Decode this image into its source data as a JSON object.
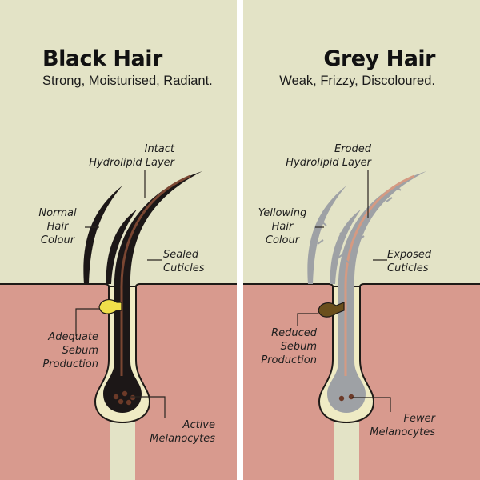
{
  "colors": {
    "background": "#e3e3c6",
    "skin": "#d89a8e",
    "skin_outline": "#1e1a17",
    "divider": "#ffffff",
    "follicle_fill": "#efebc4",
    "black_hair": "#1c1717",
    "black_hair_core": "#7a4632",
    "grey_hair": "#9ea1a5",
    "grey_hair_core": "#d59a82",
    "healthy_sebum": "#f0df4a",
    "reduced_sebum": "#6a4f1c",
    "melanocyte": "#6c3a28"
  },
  "left": {
    "title": "Black Hair",
    "subtitle": "Strong, Moisturised, Radiant.",
    "labels": {
      "hydrolipid": [
        "Intact",
        "Hydrolipid Layer"
      ],
      "colour": [
        "Normal",
        "Hair",
        "Colour"
      ],
      "cuticles": [
        "Sealed",
        "Cuticles"
      ],
      "sebum": [
        "Adequate",
        "Sebum",
        "Production"
      ],
      "melanocytes": [
        "Active",
        "Melanocytes"
      ]
    }
  },
  "right": {
    "title": "Grey Hair",
    "subtitle": "Weak, Frizzy, Discoloured.",
    "labels": {
      "hydrolipid": [
        "Eroded",
        "Hydrolipid Layer"
      ],
      "colour": [
        "Yellowing",
        "Hair",
        "Colour"
      ],
      "cuticles": [
        "Exposed",
        "Cuticles"
      ],
      "sebum": [
        "Reduced",
        "Sebum",
        "Production"
      ],
      "melanocytes": [
        "Fewer",
        "Melanocytes"
      ]
    }
  }
}
